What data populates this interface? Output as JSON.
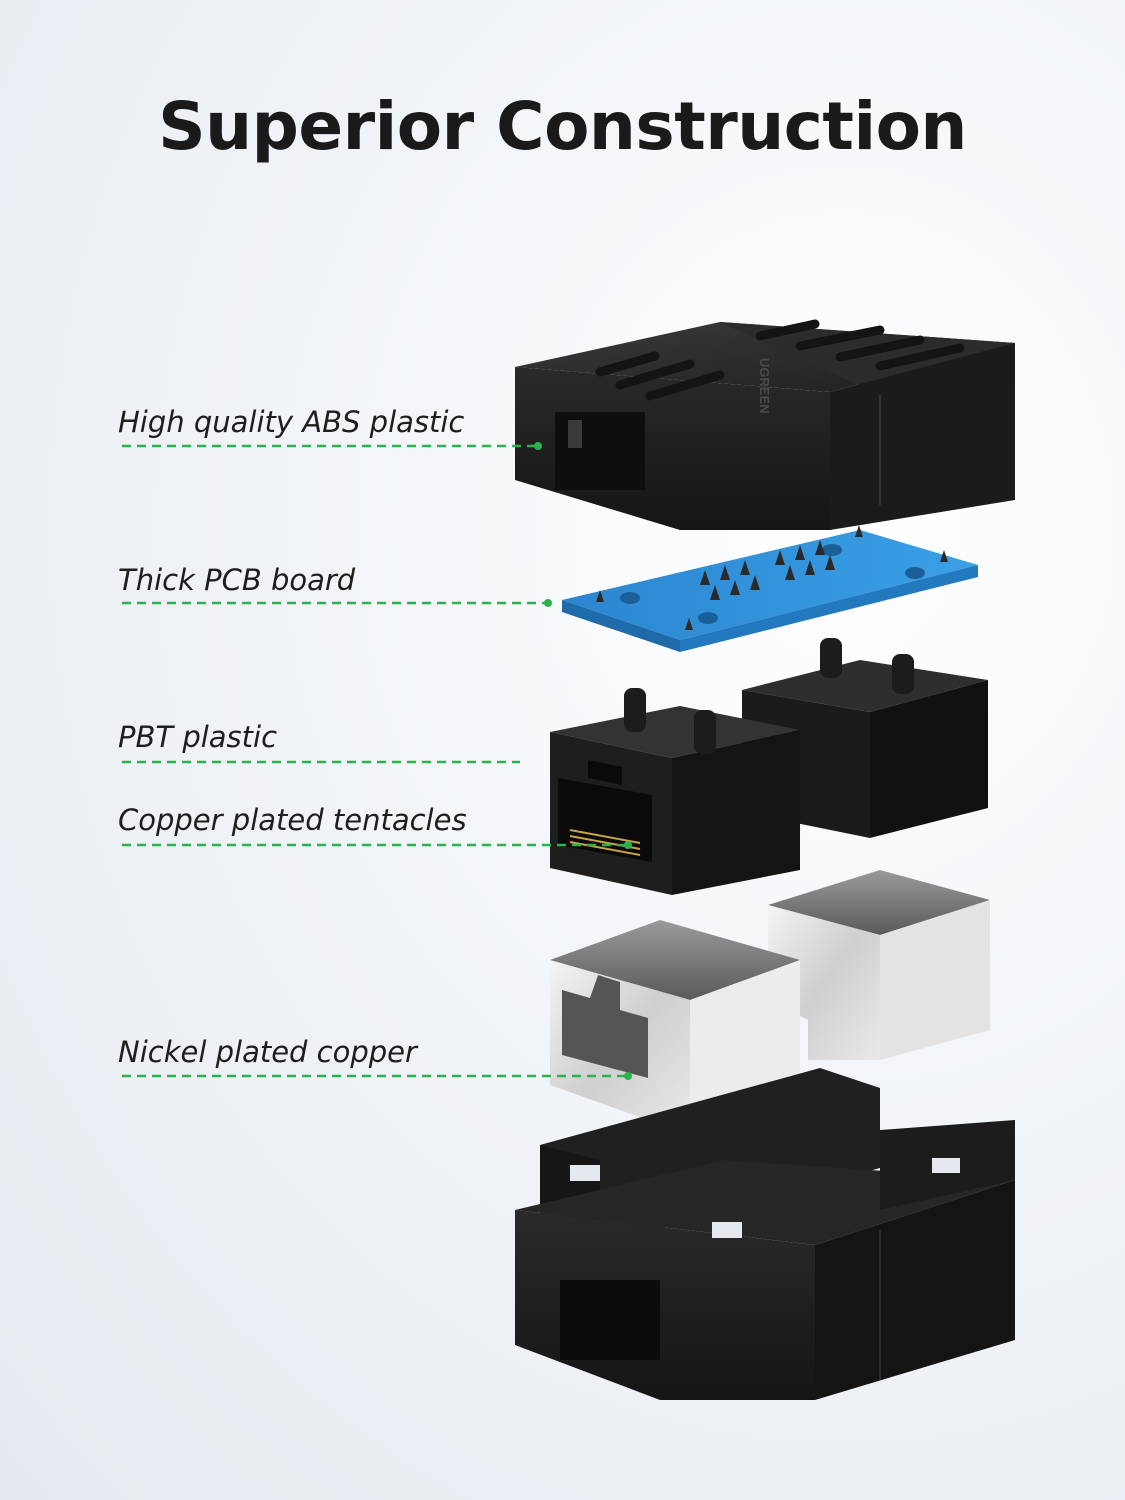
{
  "title": "Superior Construction",
  "labels": {
    "abs": "High quality ABS plastic",
    "pcb": "Thick PCB board",
    "pbt": "PBT plastic",
    "copper": "Copper plated tentacles",
    "nickel": "Nickel plated copper"
  },
  "brand_mark": "UGREEN",
  "colors": {
    "leader_line": "#2bb24c",
    "pcb_blue": "#2f8fd6",
    "plastic_black": "#222222",
    "nickel_silver": "#d9d9d9"
  }
}
